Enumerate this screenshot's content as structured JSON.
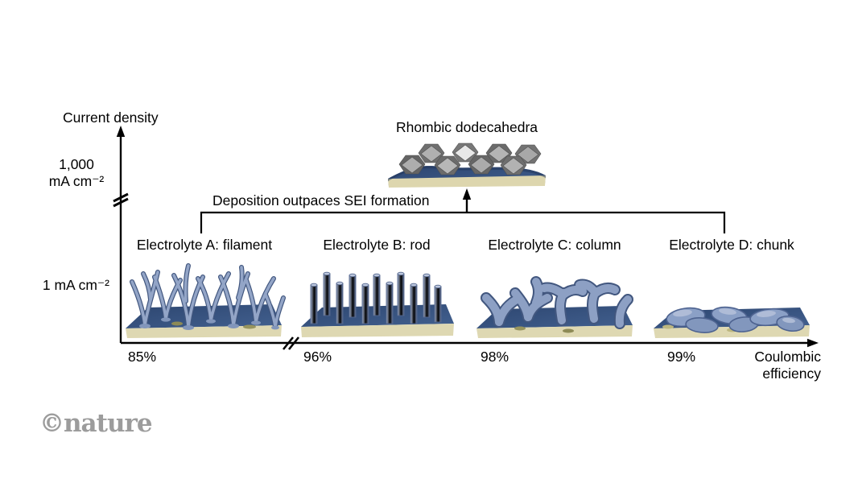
{
  "figure": {
    "y_axis": {
      "title": "Current density",
      "tick_high_line1": "1,000",
      "tick_high_line2": "mA cm⁻²",
      "tick_low": "1 mA cm⁻²"
    },
    "x_axis": {
      "label_line1": "Coulombic",
      "label_line2": "efficiency",
      "ticks": [
        "85%",
        "96%",
        "98%",
        "99%"
      ]
    },
    "annotation": "Deposition outpaces SEI formation",
    "top_specimen_label": "Rhombic dodecahedra",
    "electrolytes": [
      {
        "label": "Electrolyte A: filament",
        "morphology": "filament",
        "efficiency": "85%"
      },
      {
        "label": "Electrolyte B: rod",
        "morphology": "rod",
        "efficiency": "96%"
      },
      {
        "label": "Electrolyte C: column",
        "morphology": "column",
        "efficiency": "98%"
      },
      {
        "label": "Electrolyte D: chunk",
        "morphology": "chunk",
        "efficiency": "99%"
      }
    ],
    "logo_text": "©nature"
  },
  "colors": {
    "slab_top_navy": "#33507e",
    "slab_base_cream": "#ddd6ae",
    "deposit_blue": "#93a5c7",
    "deposit_outline": "#42577f",
    "crystal_light_gray": "#b3b3b3",
    "crystal_dark_gray": "#6f6f6f",
    "axis_black": "#000000",
    "logo_gray": "#9c9c9c"
  },
  "chart_data": {
    "type": "schematic",
    "title": "Lithium deposit morphology vs Coulombic efficiency and current density",
    "xlabel": "Coulombic efficiency",
    "ylabel": "Current density",
    "x_ticks": [
      "85%",
      "96%",
      "98%",
      "99%"
    ],
    "x_axis_break_after": "85%",
    "y_ticks": [
      "1 mA cm⁻²",
      "1,000 mA cm⁻²"
    ],
    "y_axis_break": true,
    "points": [
      {
        "x": "85%",
        "y": "1 mA cm⁻²",
        "label": "Electrolyte A: filament"
      },
      {
        "x": "96%",
        "y": "1 mA cm⁻²",
        "label": "Electrolyte B: rod"
      },
      {
        "x": "98%",
        "y": "1 mA cm⁻²",
        "label": "Electrolyte C: column"
      },
      {
        "x": "99%",
        "y": "1 mA cm⁻²",
        "label": "Electrolyte D: chunk"
      },
      {
        "x": "85%–99% (all electrolytes)",
        "y": "1,000 mA cm⁻²",
        "label": "Rhombic dodecahedra"
      }
    ],
    "annotations": [
      "Deposition outpaces SEI formation"
    ]
  }
}
